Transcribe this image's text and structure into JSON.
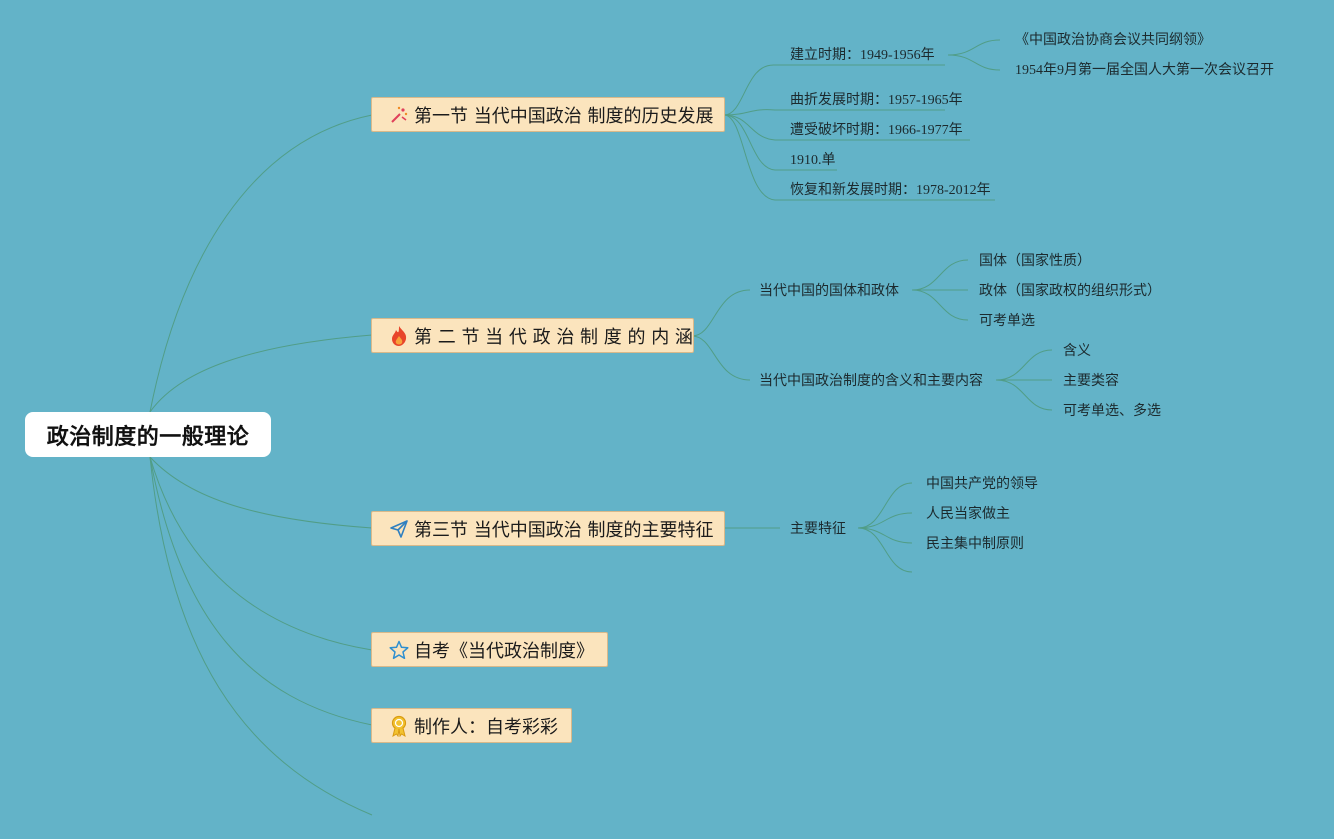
{
  "root": {
    "label": "政治制度的一般理论"
  },
  "branches": [
    {
      "label": "第一节 当代中国政治 制度的历史发展",
      "icon": "fireworks-icon"
    },
    {
      "label": "第 二 节 当 代 政 治 制 度 的 内 涵",
      "icon": "fire-icon"
    },
    {
      "label": "第三节 当代中国政治 制度的主要特征",
      "icon": "paper-plane-icon"
    },
    {
      "label": "自考《当代政治制度》",
      "icon": "star-icon"
    },
    {
      "label": "制作人：自考彩彩",
      "icon": "award-ribbon-icon"
    }
  ],
  "section1": {
    "items": [
      {
        "label": "建立时期：1949-1956年"
      },
      {
        "label": "曲折发展时期：1957-1965年"
      },
      {
        "label": "遭受破坏时期：1966-1977年"
      },
      {
        "label": "1910.单"
      },
      {
        "label": "恢复和新发展时期：1978-2012年"
      }
    ],
    "sub": [
      {
        "label": "《中国政治协商会议共同纲领》"
      },
      {
        "label": "1954年9月第一届全国人大第一次会议召开"
      }
    ]
  },
  "section2": {
    "items": [
      {
        "label": "当代中国的国体和政体"
      },
      {
        "label": "当代中国政治制度的含义和主要内容"
      }
    ],
    "sub1": [
      {
        "label": "国体（国家性质）"
      },
      {
        "label": "政体（国家政权的组织形式）"
      },
      {
        "label": "可考单选"
      }
    ],
    "sub2": [
      {
        "label": "含义"
      },
      {
        "label": "主要类容"
      },
      {
        "label": "可考单选、多选"
      }
    ]
  },
  "section3": {
    "items": [
      {
        "label": "主要特征"
      }
    ],
    "sub": [
      {
        "label": "中国共产党的领导"
      },
      {
        "label": "人民当家做主"
      },
      {
        "label": "民主集中制原则"
      }
    ]
  },
  "colors": {
    "background": "#63b3c8",
    "branch_fill": "#fbe4bd",
    "connector": "#4e9a7c"
  }
}
